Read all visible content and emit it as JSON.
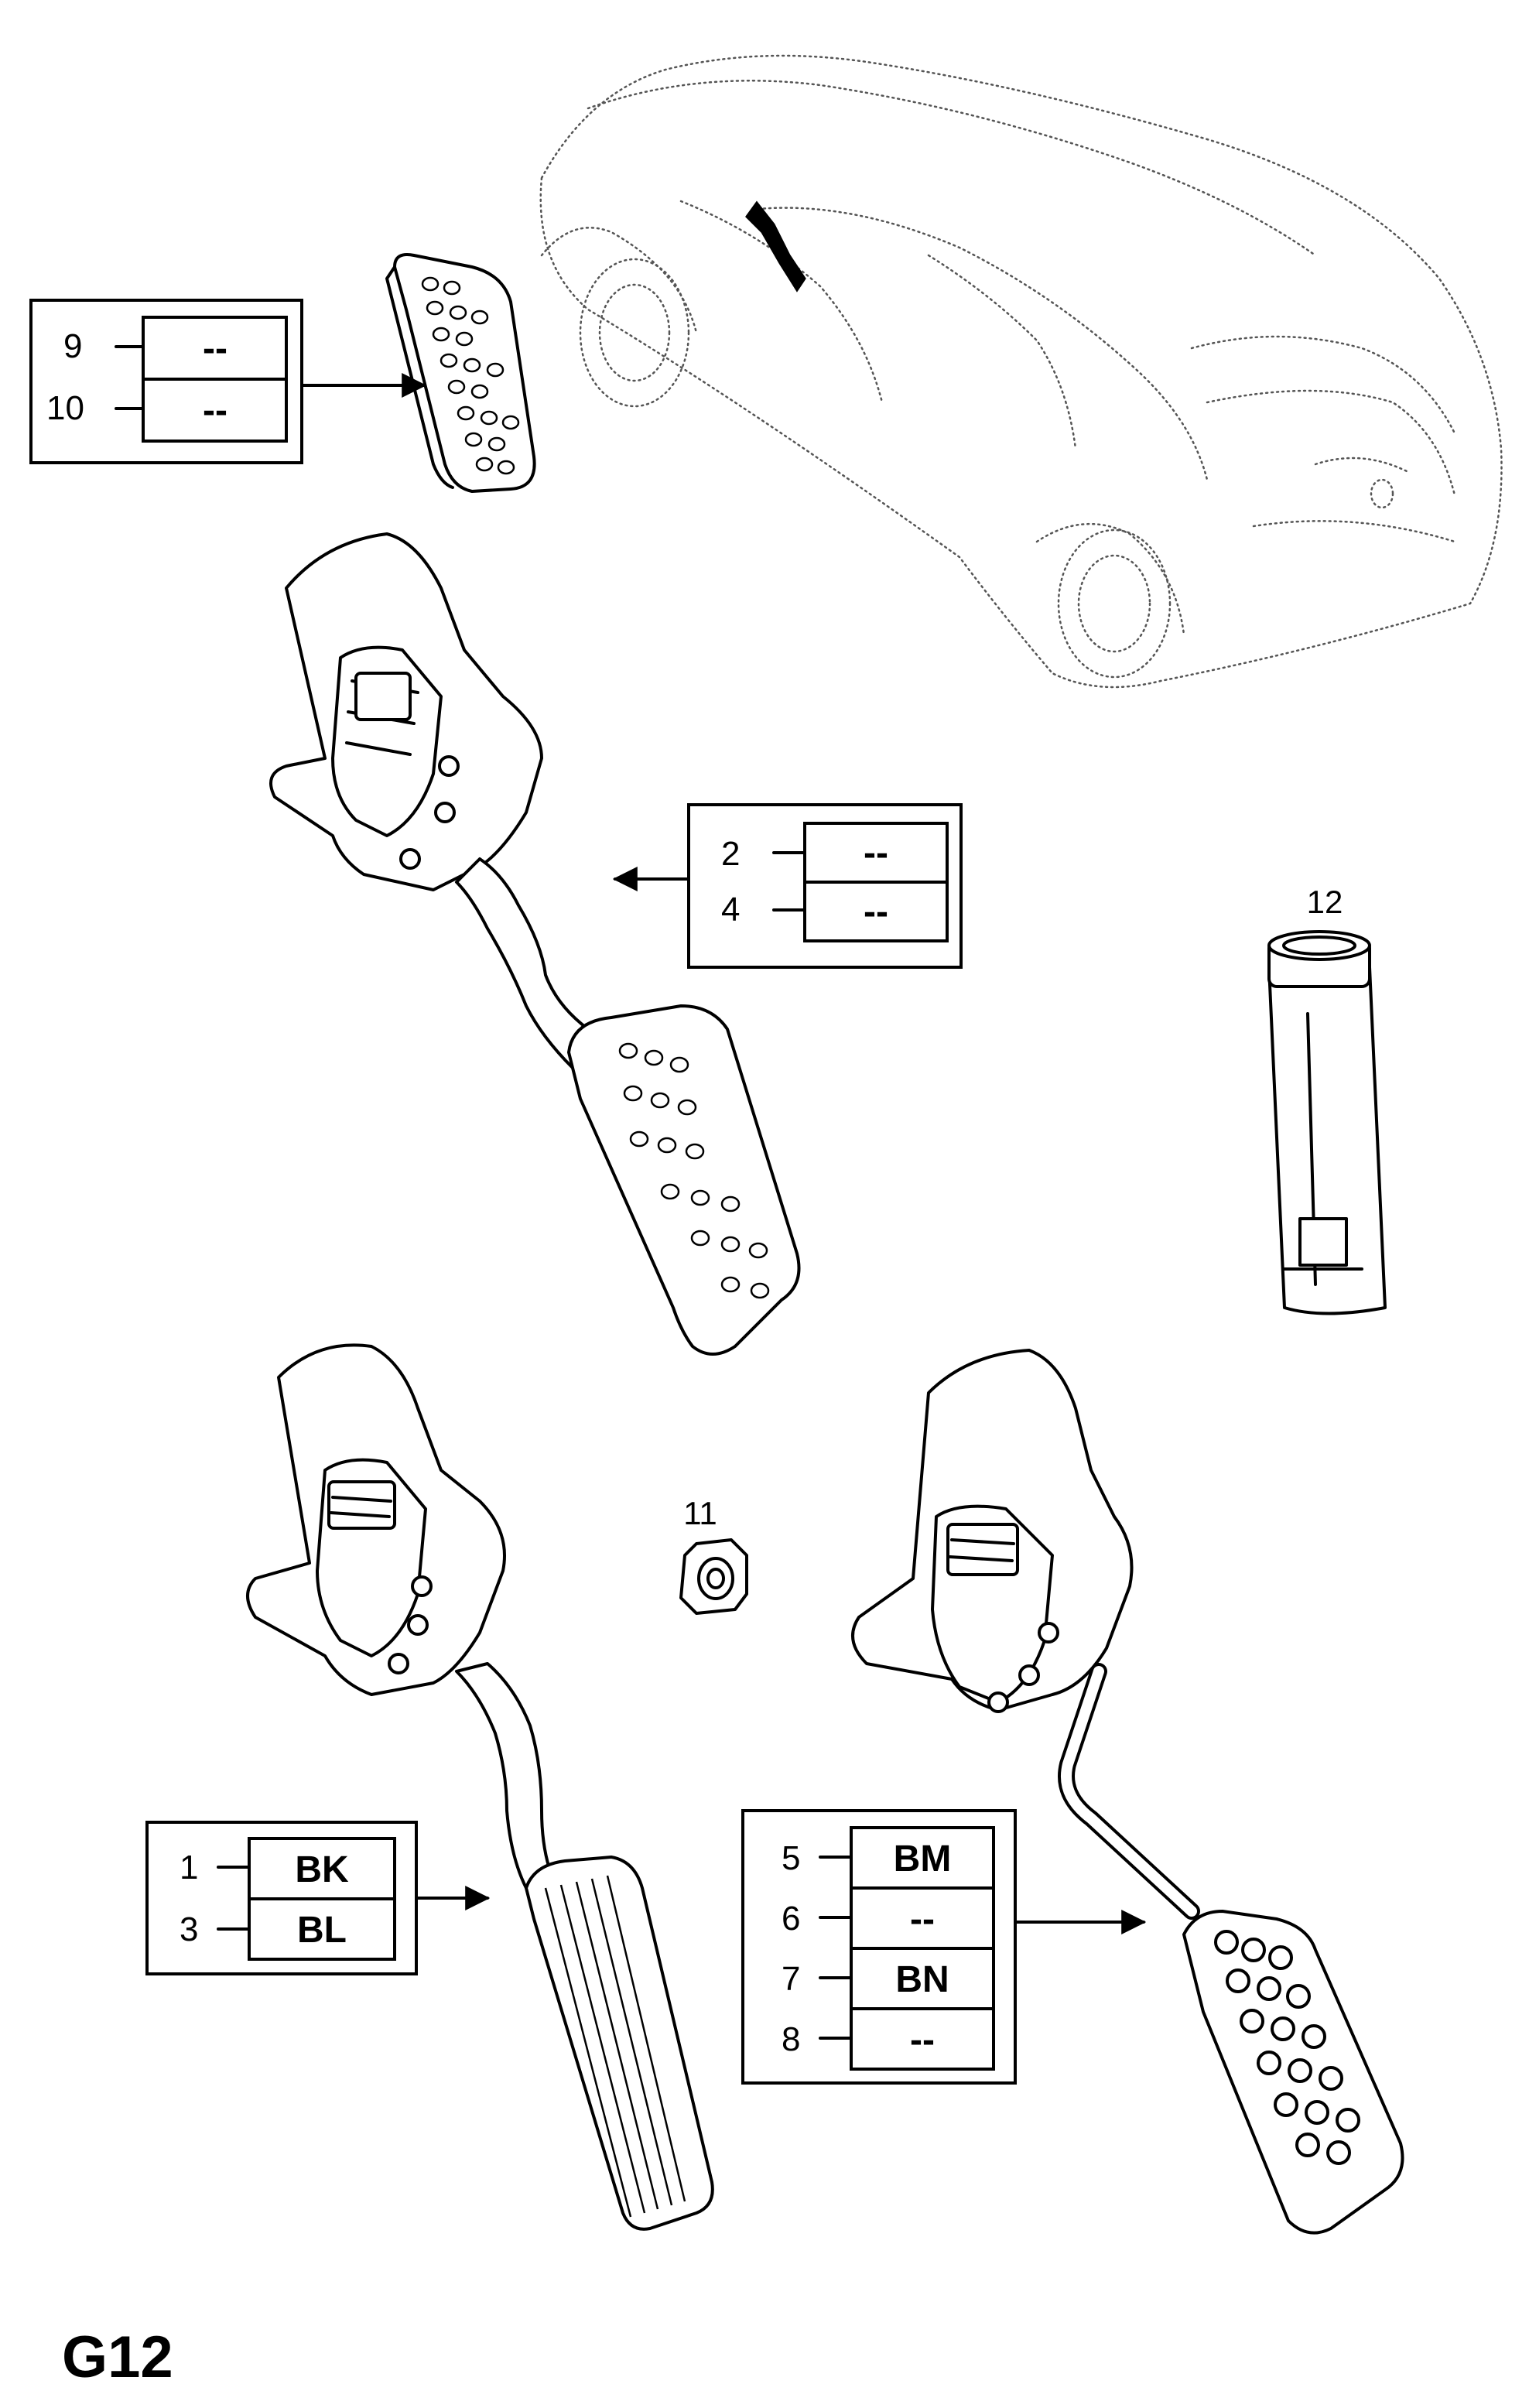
{
  "page_code": "G12",
  "callouts": {
    "box_top_left": [
      {
        "num": "9",
        "code": "--"
      },
      {
        "num": "10",
        "code": "--"
      }
    ],
    "box_middle": [
      {
        "num": "2",
        "code": "--"
      },
      {
        "num": "4",
        "code": "--"
      }
    ],
    "box_bottom_left": [
      {
        "num": "1",
        "code": "BK"
      },
      {
        "num": "3",
        "code": "BL"
      }
    ],
    "box_bottom_right": [
      {
        "num": "5",
        "code": "BM"
      },
      {
        "num": "6",
        "code": "--"
      },
      {
        "num": "7",
        "code": "BN"
      },
      {
        "num": "8",
        "code": "--"
      }
    ]
  },
  "part_labels": {
    "nut": "11",
    "grease_tube": "12"
  }
}
